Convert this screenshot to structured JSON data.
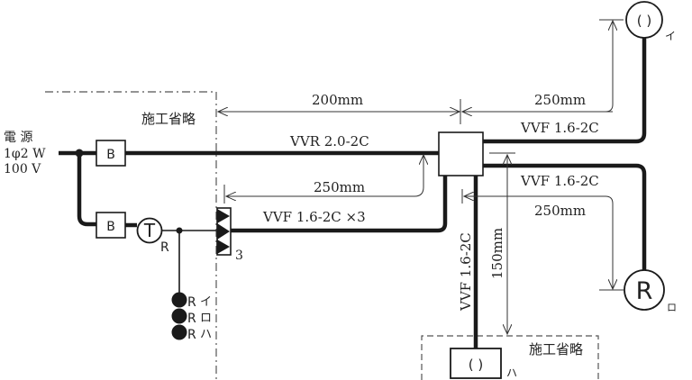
{
  "power_source": {
    "line1": "電 源",
    "line2": "1φ2 W",
    "line3": "100 V"
  },
  "breakers": [
    "B",
    "B"
  ],
  "timer_switch": {
    "symbol": "T",
    "sub": "R"
  },
  "remote_switch_count": "3",
  "remote_switches": [
    {
      "symbol": "R",
      "label": "イ"
    },
    {
      "symbol": "R",
      "label": "ロ"
    },
    {
      "symbol": "R",
      "label": "ハ"
    }
  ],
  "omitted_work_label": "施工省略",
  "cables": {
    "main": "VVR 2.0-2C",
    "switch_run": "VVF 1.6-2C ×3",
    "to_i": "VVF 1.6-2C",
    "to_ro": "VVF 1.6-2C",
    "to_ha": "VVF 1.6-2C"
  },
  "dimensions": {
    "top_left": "200mm",
    "switch_run": "250mm",
    "to_i": "250mm",
    "to_ro": "250mm",
    "to_ha": "150mm"
  },
  "fixtures": {
    "i": {
      "symbol": "( )",
      "label": "イ"
    },
    "ro": {
      "symbol": "R",
      "label": "ロ"
    },
    "ha": {
      "symbol": "( )",
      "label": "ハ"
    }
  }
}
